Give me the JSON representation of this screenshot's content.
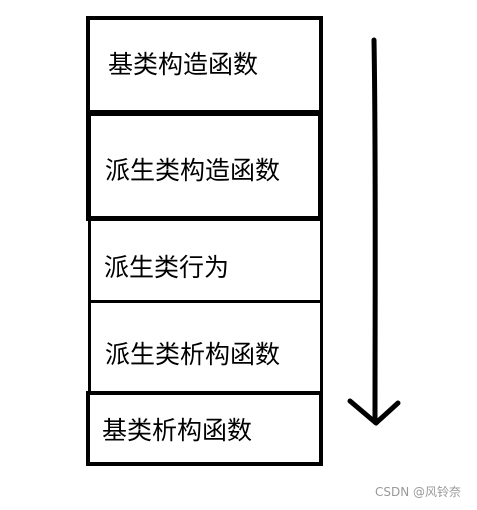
{
  "diagram": {
    "steps": [
      "基类构造函数",
      "派生类构造函数",
      "派生类行为",
      "派生类析构函数",
      "基类析构函数"
    ]
  },
  "watermark": "CSDN @风铃奈"
}
